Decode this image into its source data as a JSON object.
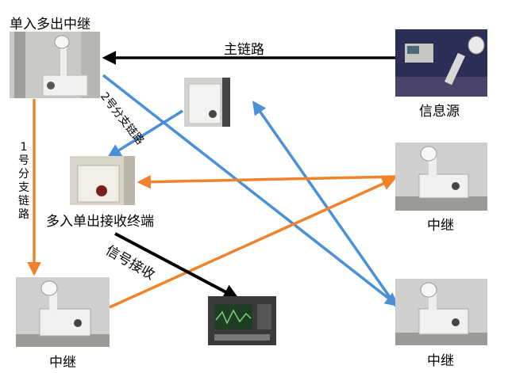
{
  "nodes": {
    "top_left": "单入多出中继",
    "source": "信息源",
    "receiver": "多入单出接收终端",
    "relay_right_top": "中继",
    "relay_bottom_left": "中继",
    "relay_bottom_right": "中继"
  },
  "links": {
    "main": "主链路",
    "branch1": "1号分支链路",
    "branch2": "2号分支链路",
    "signal": "信号接收"
  },
  "colors": {
    "main_link": "#000000",
    "branch_blue": "#4a90d9",
    "branch_orange": "#f0822a",
    "signal_link": "#000000"
  }
}
